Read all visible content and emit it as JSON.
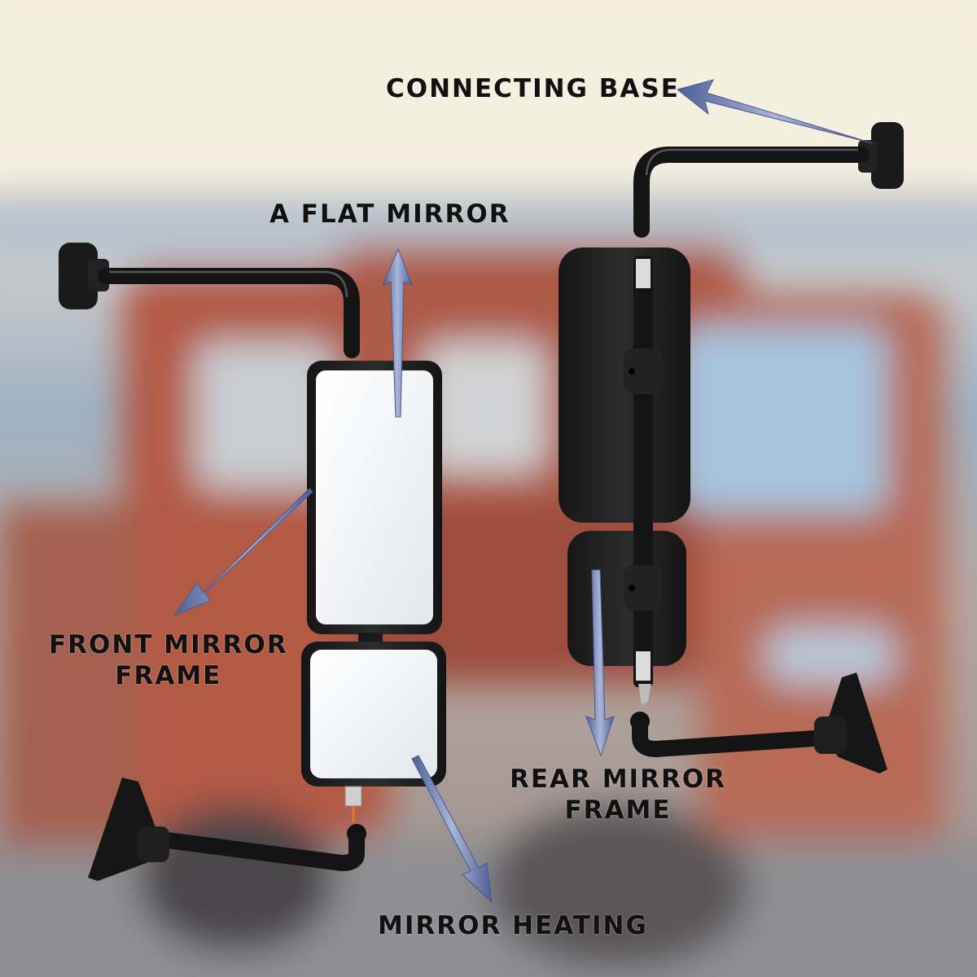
{
  "labels": {
    "connecting_base": "CONNECTING BASE",
    "flat_mirror": "A FLAT MIRROR",
    "front_frame_line1": "FRONT MIRROR",
    "front_frame_line2": "FRAME",
    "rear_frame_line1": "REAR MIRROR",
    "rear_frame_line2": "FRAME",
    "mirror_heating": "MIRROR HEATING"
  },
  "colors": {
    "arrow": "#6f7fb0",
    "label_text": "#111111",
    "mirror_housing": "#1c1c1c",
    "mirror_glass": "#f4f6f8",
    "truck_cab": "#b35a45",
    "sky": "#e9ecf0"
  }
}
